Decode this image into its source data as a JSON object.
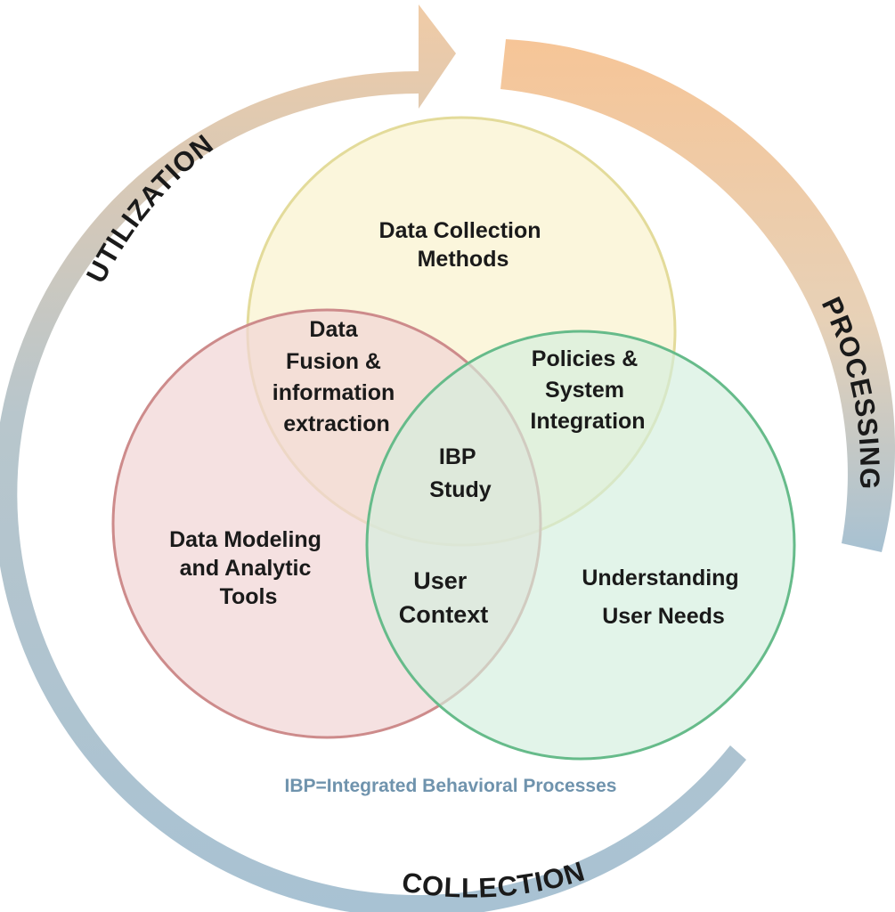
{
  "cycle": {
    "stages": [
      "UTILIZATION",
      "PROCESSING",
      "COLLECTION"
    ]
  },
  "venn": {
    "circles": {
      "data_collection": {
        "lines": [
          "Data Collection",
          "Methods"
        ],
        "fill": "#faf5d6",
        "stroke": "#e3db9a"
      },
      "data_modeling": {
        "lines": [
          "Data Modeling",
          "and Analytic",
          "Tools"
        ],
        "fill": "#f1d6d6",
        "stroke": "#cd8b8b"
      },
      "user_needs": {
        "lines": [
          "Understanding",
          "User Needs"
        ],
        "fill": "#d2eedd",
        "stroke": "#66bb8a"
      }
    },
    "overlaps": {
      "fusion": {
        "lines": [
          "Data",
          "Fusion &",
          "information",
          "extraction"
        ]
      },
      "policies": {
        "lines": [
          "Policies  &",
          "System",
          "Integration"
        ]
      },
      "user_context": {
        "lines": [
          "User",
          "Context"
        ]
      },
      "center": {
        "lines": [
          "IBP",
          "Study"
        ]
      }
    }
  },
  "footnote": "IBP=Integrated Behavioral Processes",
  "colors": {
    "arrow_warm": "#f5c89a",
    "arrow_cool": "#9bb9cc",
    "footnote": "#6f93ad"
  }
}
